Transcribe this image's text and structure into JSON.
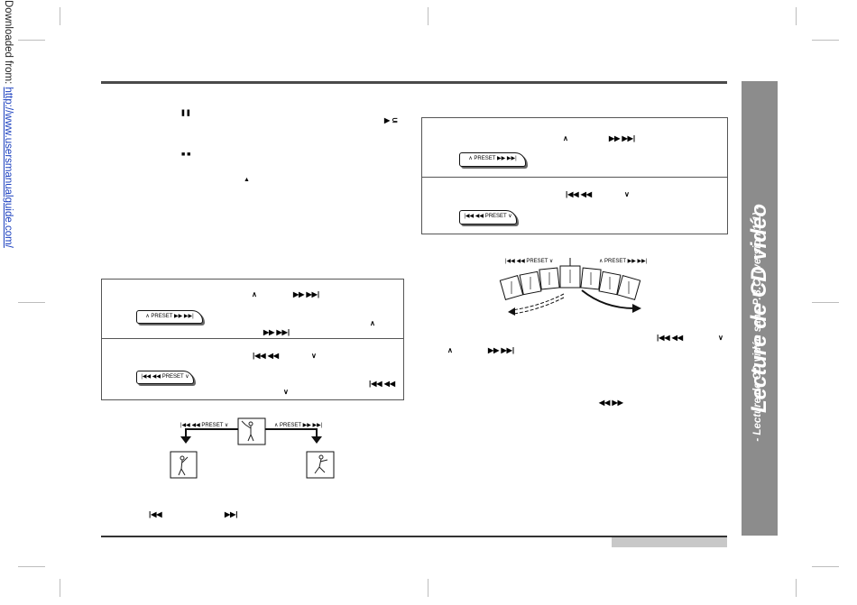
{
  "side": {
    "prefix": "Downloaded from: ",
    "url": "http://www.usersmanualguide.com/"
  },
  "tab": {
    "title": "Lecture de CD vidéo",
    "subtitle": "- Lecture de CD vidéo sans P.B.C. (version 1.1) -"
  },
  "glyphs": {
    "pause": "❚❚",
    "play_repeat": "▶ ⊆",
    "stop_stop": "■ ■",
    "eject": "▲",
    "up": "∧",
    "down": "∨",
    "fwd_skip": "▶▶ ▶▶|",
    "back_skip": "|◀◀ ◀◀",
    "rew_ff": "◀◀  ▶▶",
    "prev": "|◀◀",
    "next": "▶▶|"
  },
  "buttons": {
    "preset_up": "∧ PRESET ▶▶ ▶▶|",
    "preset_down": "|◀◀ ◀◀ PRESET ∨"
  },
  "diagram_labels": {
    "left": "|◀◀ ◀◀ PRESET ∨",
    "right": "∧ PRESET ▶▶ ▶▶|"
  }
}
